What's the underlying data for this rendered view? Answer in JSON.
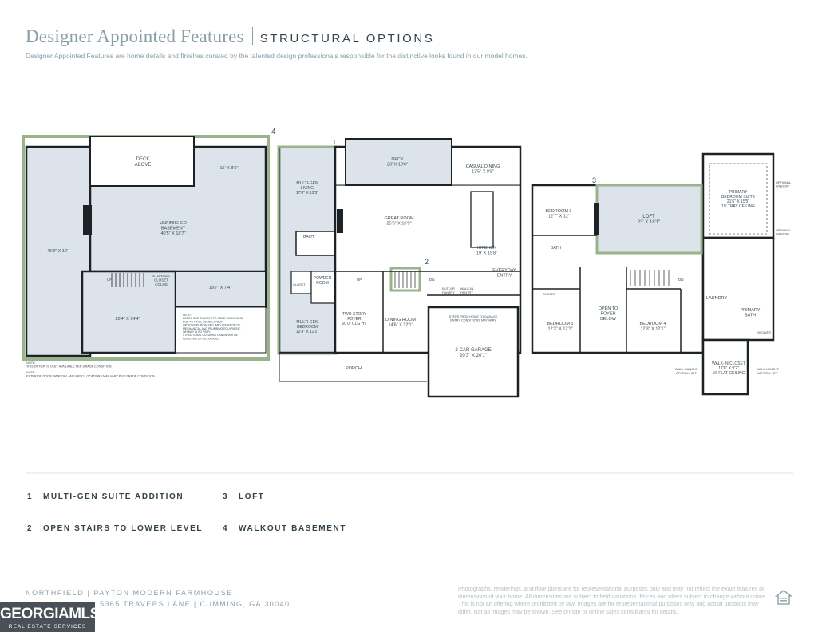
{
  "header": {
    "title": "Designer Appointed Features",
    "section": "STRUCTURAL OPTIONS",
    "description": "Designer Appointed Features are home details and finishes curated by the talented design professionals responsible for the distinctive looks found in our model homes."
  },
  "basement": {
    "number": "4",
    "deck": "DECK\nABOVE",
    "room_a": "15' X 8'6\"",
    "unfinished": "UNFINISHED\nBASEMENT\n40'5\" X 18'7\"",
    "left_room": "45'8\" X 12'",
    "storage": "STORAGE\nCLOSET\nCOLHS",
    "room_b": "19'7\" X 7'4\"",
    "room_c": "20'4\" X 14'4\"",
    "up": "UP",
    "note_box": "NOTE:\nDEEDS ARE SUBJECT TO FIELD VARIATIONS\nDUE TO FINAL HOME LAYOUT.\nOPTIONS PURCHASED, AND LOCATION OF\nMECHANICAL AND PLUMBING EQUIPMENT.\nWH MAY ALSO VARY.\nSTRUCTURAL COLUMNS CAN NEVER BE\nREMOVED OR RELOCATED.",
    "note_1": "NOTE:\nTHIS OPTION IS ONLY AVAILABLE PER GRADE CONDITION.",
    "note_2": "NOTE:\nEXTERIOR DOOR, WINDOW, AND PATIO LOCATIONS MAY VARY PER GRADE CONDITION."
  },
  "main_floor": {
    "num_suite": "1",
    "num_stairs": "2",
    "multigen_living": "MULTI-GEN\nLIVING\n17'8\" X 12'3\"",
    "bath": "BATH",
    "closet": "CLOSET",
    "powder": "POWDER\nROOM",
    "multigen_bedroom": "MULTI-GEN\nBEDROOM\n12'8\" X 12'1\"",
    "deck": "DECK\n23' X 10'6\"",
    "casual_dining": "CASUAL DINING\n13'5\" X 8'8\"",
    "great_room": "GREAT ROOM\n25'6\" X 16'9\"",
    "kitchen": "KITCHEN\n19' X 15'8\"",
    "everyday": "EVERYDAY\nENTRY",
    "butler": "BUTLER\nPANTRY",
    "walkin": "WALK-IN\nPANTRY",
    "foyer": "TWO-STORY\nFOYER\n20'0\" CLG HT",
    "dining": "DINING ROOM\n14'6\" X 12'1\"",
    "garage": "2-CAR GARAGE\n20'3\" X 20'1\"",
    "garage_note": "STEPS FROM HOME TO GARAGE\nENTRY CONDITIONS MAY VARY",
    "porch": "PORCH",
    "dn": "DN",
    "up": "UP"
  },
  "upper_floor": {
    "num_loft": "3",
    "bedroom3": "BEDROOM 3\n12'7\" X 12'",
    "loft": "LOFT\n23' X 18'1\"",
    "primary": "PRIMARY\nBEDROOM SUITE\n21'6\" X 15'5\"\n10' TRAY CEILING",
    "optional_window_1": "OPTIONAL\nWINDOW",
    "optional_window_2": "OPTIONAL\nWINDOW",
    "bath": "BATH",
    "closet": "CLOSET",
    "open_foyer": "OPEN TO\nFOYER\nBELOW",
    "bedroom5": "BEDROOM 5\n12'3\" X 12'1\"",
    "bedroom4": "BEDROOM 4\n12'3\" X 12'1\"",
    "laundry": "LAUNDRY",
    "primary_bath": "PRIMARY\nBATH",
    "walkin_closet": "WALK-IN CLOSET\n17'6\" X 9'2\"\n10' FLAT CEILING",
    "wall_left": "WALL HUNG IT\nAPPROX. 8FT",
    "wall_right": "WALL HUNG IT\nAPPROX. 8FT",
    "dn": "DN",
    "shower": "SHOWER"
  },
  "legend": [
    {
      "num": "1",
      "label": "MULTI-GEN SUITE ADDITION"
    },
    {
      "num": "2",
      "label": "OPEN STAIRS TO LOWER LEVEL"
    },
    {
      "num": "3",
      "label": "LOFT"
    },
    {
      "num": "4",
      "label": "WALKOUT BASEMENT"
    }
  ],
  "footer": {
    "plan_line": "NORTHFIELD | PAYTON MODERN FARMHOUSE",
    "address": "5365 TRAVERS LANE | CUMMING, GA 30040",
    "disclaimer": "Photographs, renderings, and floor plans are for representational purposes only and may not reflect the exact features or dimensions of your home. All dimensions are subject to field variations. Prices and offers subject to change without notice. This is not an offering where prohibited by law. Images are for representational purposes only and actual products may differ. Not all images may be shown. See on-site or online sales consultants for details.",
    "mls_logo": "GEORGIAMLS",
    "mls_tag": "REAL ESTATE SERVICES"
  },
  "colors": {
    "option_highlight": "#8faa7f",
    "room_fill": "#dce3eb",
    "wall": "#1d2226",
    "title": "#8a9ea8"
  },
  "icons": [
    "equal-housing-icon"
  ]
}
